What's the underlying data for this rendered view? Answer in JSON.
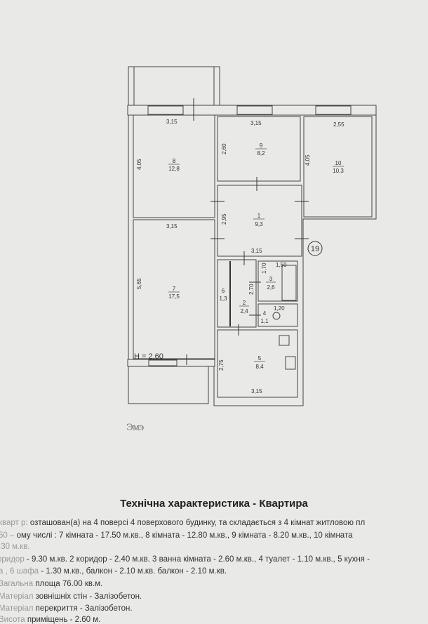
{
  "plan": {
    "rooms": [
      {
        "num": "8",
        "area": "12,8"
      },
      {
        "num": "9",
        "area": "8,2"
      },
      {
        "num": "10",
        "area": "10,3"
      },
      {
        "num": "1",
        "area": "9,3"
      },
      {
        "num": "7",
        "area": "17,5"
      },
      {
        "num": "6",
        "area": "1,3"
      },
      {
        "num": "2",
        "area": "2,4"
      },
      {
        "num": "3",
        "area": "2,6"
      },
      {
        "num": "4",
        "area": "1,1"
      },
      {
        "num": "5",
        "area": "8,4"
      }
    ],
    "dimensions": {
      "r8_w": "3,15",
      "r8_h": "4,05",
      "r9_w": "3,15",
      "r9_h": "2,60",
      "r10_w": "2,55",
      "r10_h": "4,05",
      "r1_h": "2,95",
      "r1_w": "3,15",
      "r7_w": "3,15",
      "r7_h": "5,65",
      "r2_h": "2,70",
      "r3_w": "1,50",
      "r3_h": "1,70",
      "r4_w": "1,20",
      "r5_h": "2,75",
      "r5_w": "3,15"
    },
    "ceiling_height": "H = 2,60",
    "apartment_number": "19",
    "handwritten": "Эмэ"
  },
  "spec": {
    "title": "Технічна характеристика - Квартира",
    "lines": [
      [
        "кварт р:",
        "озташован(а) на 4 поверсі 4 поверхового будинку, та складається з 4 кімнат житловою пл"
      ],
      [
        "50 –",
        "ому числі : 7 кімната - 17.50 м.кв., 8 кімната - 12.80 м.кв., 9 кімната - 8.20 м.кв., 10 кімната"
      ],
      [
        ".30 м.кв.",
        ""
      ],
      [
        "оридор",
        " - 9.30 м.кв.  2 коридор - 2.40 м.кв.  3 ванна кімната - 2.60 м.кв., 4 туалет - 1.10 м.кв., 5 кухня -"
      ],
      [
        "а , 6 шафа",
        " - 1.30 м.кв.,  балкон - 2.10 м.кв.   балкон - 2.10 м.кв."
      ],
      [
        "Загальна",
        " площа 76.00 кв.м."
      ],
      [
        "Матеріал",
        " зовнішніх стін - Залізобетон."
      ],
      [
        "Матеріал",
        " перекриття - Залізобетон."
      ],
      [
        "Висота",
        " приміщень - 2.60 м."
      ]
    ]
  }
}
